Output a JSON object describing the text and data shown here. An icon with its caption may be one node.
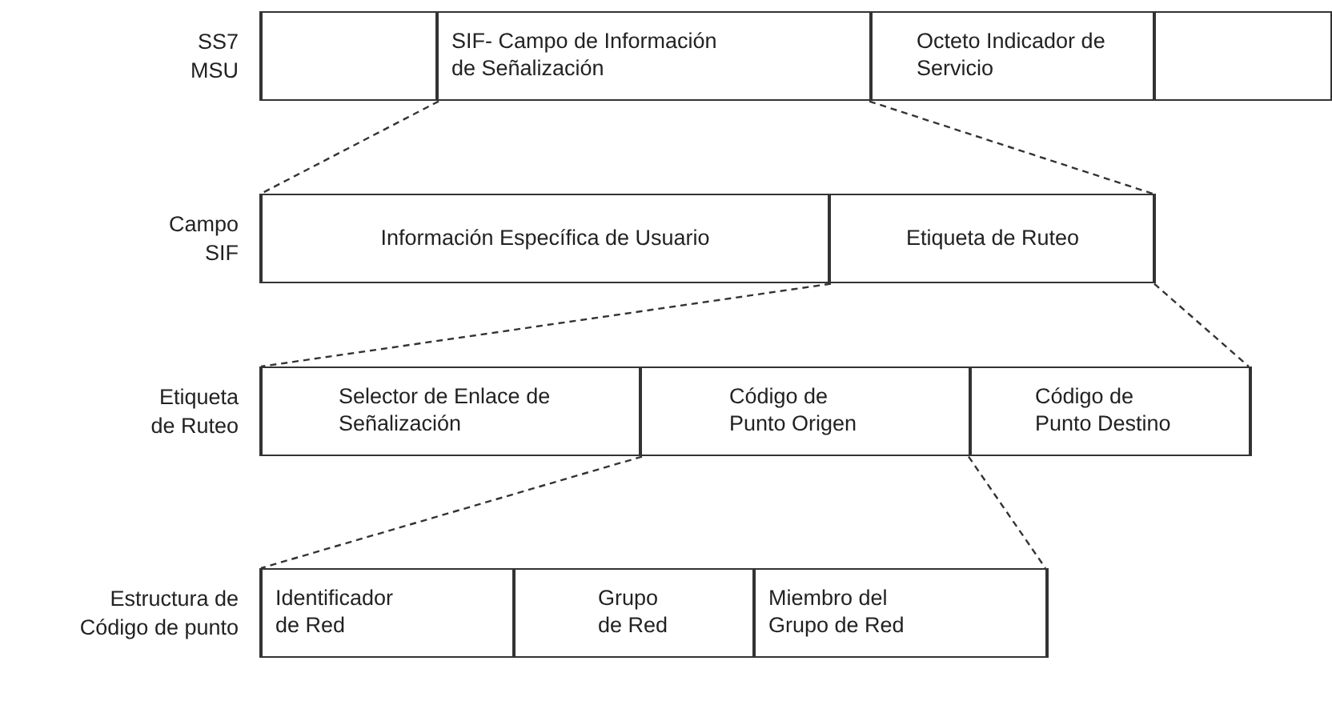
{
  "diagram": {
    "nodes": [
      {
        "text": [
          "SS7 MSU"
        ]
      },
      {
        "text": [],
        "shape": "box",
        "in": 0
      },
      {
        "text": [
          "SIF- Campo de Información de Señalización"
        ],
        "in": 0
      },
      {
        "text": [
          "Octeto Indicador de Servicio"
        ],
        "in": 0
      },
      {
        "text": [],
        "shape": "box",
        "in": 0
      },
      {
        "text": [
          "Campo SIF"
        ]
      },
      {
        "text": [
          "Información Específica de Usuario"
        ],
        "in": 5
      },
      {
        "text": [
          "Etiqueta de Ruteo"
        ],
        "in": 5
      },
      {
        "text": [
          "Etiqueta de Ruteo"
        ]
      },
      {
        "text": [
          "Selector de Enlace de Señalización"
        ],
        "in": 8
      },
      {
        "text": [
          "Código de Punto Origen"
        ],
        "in": 8
      },
      {
        "text": [
          "Código de Punto Destino"
        ],
        "in": 8
      },
      {
        "text": [
          "Estructura de Código de punto"
        ]
      },
      {
        "text": [
          "Identificador de Red"
        ],
        "in": 12
      },
      {
        "text": [
          "Grupo de Red"
        ],
        "in": 12
      },
      {
        "text": [
          "Miembro del Grupo de Red"
        ],
        "in": 12
      }
    ],
    "edges": [
      {
        "from": 2,
        "to": 5,
        "arrow": "none",
        "style": "dashed"
      },
      {
        "from": 2,
        "to": 5,
        "arrow": "none",
        "style": "dashed"
      },
      {
        "from": 7,
        "to": 8,
        "arrow": "none",
        "style": "dashed"
      },
      {
        "from": 7,
        "to": 8,
        "arrow": "none",
        "style": "dashed"
      },
      {
        "from": 10,
        "to": 12,
        "arrow": "none",
        "style": "dashed"
      },
      {
        "from": 10,
        "to": 12,
        "arrow": "none",
        "style": "dashed"
      }
    ]
  }
}
